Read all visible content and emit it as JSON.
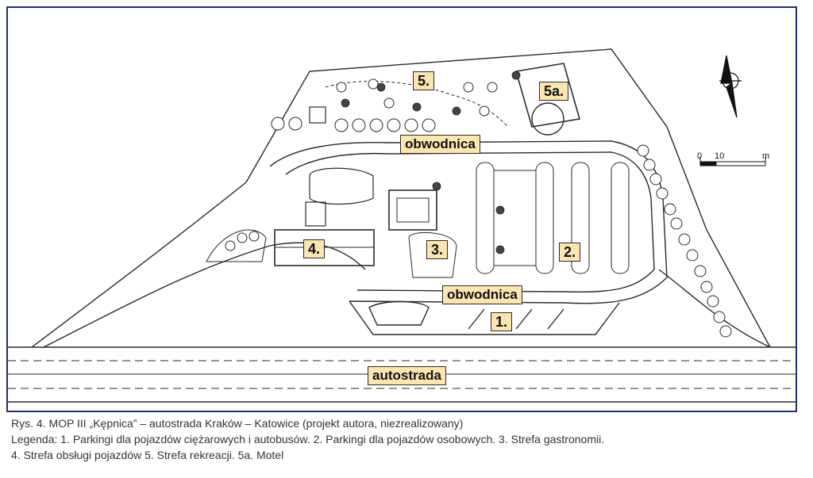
{
  "labels": {
    "zone5": "5.",
    "zone5a": "5a.",
    "obwodnica_top": "obwodnica",
    "obwodnica_bottom": "obwodnica",
    "zone4": "4.",
    "zone3": "3.",
    "zone2": "2.",
    "zone1": "1.",
    "autostrada": "autostrada"
  },
  "scale_bar": {
    "zero": "0",
    "ten": "10",
    "unit": "m"
  },
  "caption": {
    "line1": "Rys. 4. MOP III „Kępnica” – autostrada Kraków – Katowice (projekt autora, niezrealizowany)",
    "line2": "Legenda: 1. Parkingi dla pojazdów ciężarowych i autobusów. 2. Parkingi dla pojazdów osobowych. 3. Strefa gastronomii.",
    "line3": "4. Strefa obsługi pojazdów 5. Strefa rekreacji. 5a. Motel"
  },
  "colors": {
    "frame": "#1f2d74",
    "label_bg": "#fbe5b0",
    "ink": "#222222"
  }
}
